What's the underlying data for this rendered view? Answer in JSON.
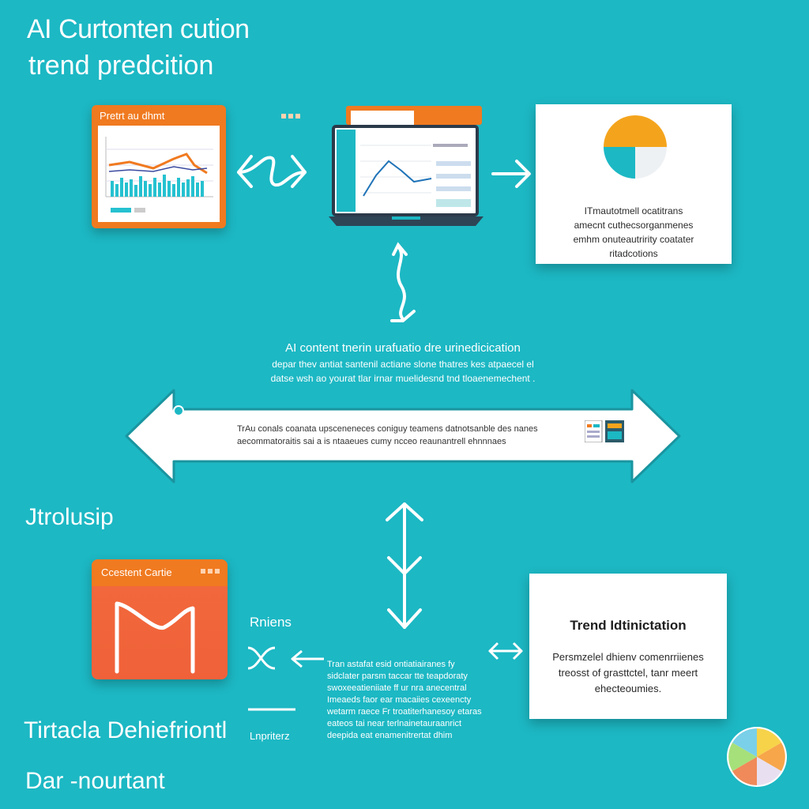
{
  "header": {
    "title": "AI Curtonten cution",
    "subtitle": "trend predcition"
  },
  "card_top_left": {
    "header": "Pretrt au dhmt"
  },
  "card_top_right": {
    "text": [
      "ITmautotmell ocatitrans",
      "amecnt cuthecsorganmenes",
      "emhm onuteautririty coatater",
      "ritadcotions"
    ]
  },
  "middle": {
    "heading": "AI  content  tnerin  urafuatio  dre urinedicication",
    "lines": [
      "depar thev antiat santenil actiane  slone thatres kes atpaecel  el",
      "datse wsh ao yourat tlar irnar  muelidesnd tnd tloaenemechent ."
    ]
  },
  "banner": {
    "lines": [
      "TrAu conals coanata upsceneneces coniguy teamens datnotsanble des nanes",
      "aecommatoraitis sai a is ntaaeues cumy ncceo reaunantrell ehnnnaes"
    ]
  },
  "left_labels": {
    "section": "Jtrolusip",
    "big": "Tirtacla Dehiefriontl",
    "bottom": "Dar -nourtant"
  },
  "card_bottom_left": {
    "header": "Ccestent Cartie"
  },
  "middle_lower": {
    "label": "Rniens",
    "small": "Lnpriterz",
    "paragraph": [
      "Tran  astafat  esid ontiatiairanes fy",
      "sidclater  parsm taccar  tte teapdoraty",
      "swoxeeatieniiate ff ur nra anecentral",
      "Imeaeds faor  ear macaiies cexeencty",
      "wetarm raece Fr troatiterhanesoy etaras",
      "eateos  tai  near terlnainetauraanrict",
      "deepida eat enamenitrertat dhim"
    ]
  },
  "trend_card": {
    "title": "Trend Idtinictation",
    "lines": [
      "Persmzelel dhienv comenrriienes",
      "treosst of grasttctel,  tanr meert",
      "ehecteoumies."
    ]
  },
  "colors": {
    "background": "#1cb8c4",
    "orange": "#f07a20",
    "red": "#f05a3c",
    "white": "#ffffff"
  }
}
